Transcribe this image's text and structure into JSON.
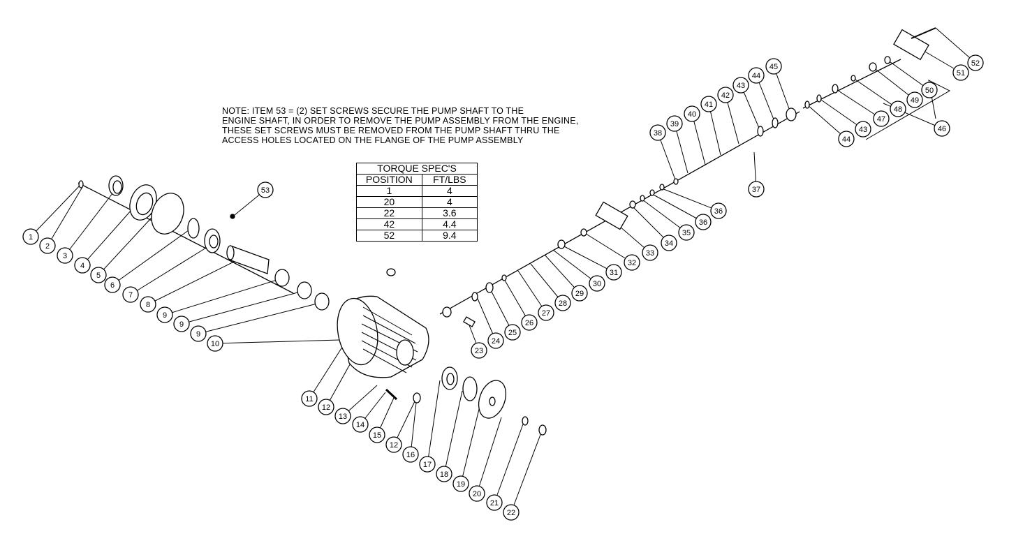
{
  "note": {
    "lines": [
      "NOTE: ITEM 53 = (2) SET SCREWS SECURE THE PUMP SHAFT TO THE",
      "ENGINE SHAFT, IN ORDER TO REMOVE THE PUMP ASSEMBLY FROM THE ENGINE,",
      "THESE SET SCREWS MUST BE REMOVED FROM THE PUMP SHAFT THRU THE",
      "ACCESS HOLES LOCATED ON THE FLANGE OF THE PUMP ASSEMBLY"
    ]
  },
  "torque_table": {
    "title": "TORQUE SPEC'S",
    "headers": [
      "POSITION",
      "FT/LBS"
    ],
    "rows": [
      [
        "1",
        "4"
      ],
      [
        "20",
        "4"
      ],
      [
        "22",
        "3.6"
      ],
      [
        "42",
        "4.4"
      ],
      [
        "52",
        "9.4"
      ]
    ]
  },
  "callouts": [
    "1",
    "2",
    "3",
    "4",
    "5",
    "6",
    "7",
    "8",
    "9",
    "9",
    "9",
    "10",
    "11",
    "12",
    "13",
    "14",
    "15",
    "12",
    "16",
    "17",
    "18",
    "19",
    "20",
    "21",
    "22",
    "23",
    "24",
    "25",
    "26",
    "27",
    "28",
    "29",
    "30",
    "31",
    "32",
    "33",
    "34",
    "35",
    "36",
    "36",
    "37",
    "38",
    "39",
    "40",
    "41",
    "42",
    "43",
    "44",
    "45",
    "44",
    "43",
    "47",
    "48",
    "49",
    "50",
    "51",
    "52",
    "46",
    "53"
  ]
}
